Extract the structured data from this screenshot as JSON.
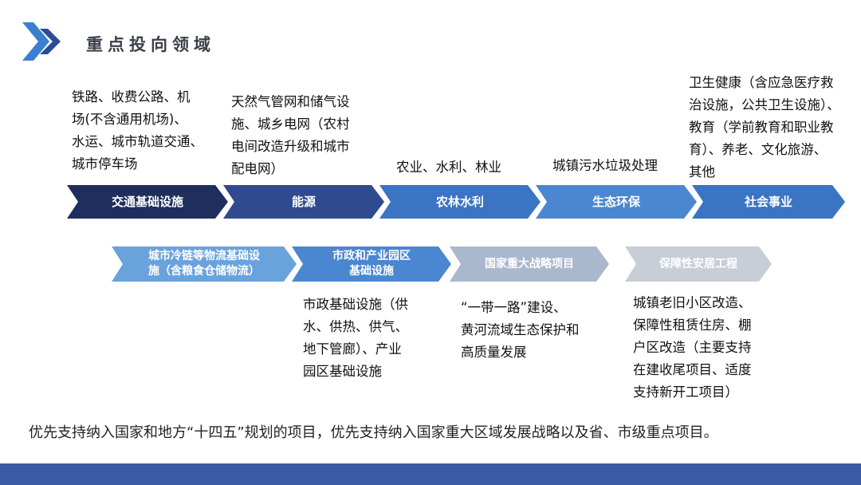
{
  "title": "重点投向领域",
  "colors": {
    "arrow_navy": "#1f2e5c",
    "arrow_navy2": "#2f4a8f",
    "arrow_blue": "#2e5fae",
    "arrow_mid": "#3a74c2",
    "arrow_light": "#4a87d0",
    "arrow_sky": "#6aa3dc",
    "arrow_gray1": "#a9b8cc",
    "arrow_gray2": "#c7ced6",
    "footer": "#3a5aa5"
  },
  "top_row": [
    {
      "label": "交通基础设施",
      "desc": [
        "铁路、收费公路、机",
        "场(不含通用机场)、",
        "水运、城市轨道交通、",
        "城市停车场"
      ]
    },
    {
      "label": "能源",
      "desc": [
        "天然气管网和储气设",
        "施、城乡电网（农村",
        "电间改造升级和城市",
        "配电网）"
      ]
    },
    {
      "label": "农林水利",
      "desc": [
        "农业、水利、林业"
      ]
    },
    {
      "label": "生态环保",
      "desc": [
        "城镇污水垃圾处理"
      ]
    },
    {
      "label": "社会事业",
      "desc": [
        "卫生健康（含应急医疗救",
        "治设施，公共卫生设施）、",
        "教育（学前教育和职业教",
        "育）、养老、文化旅游、",
        "其他"
      ]
    }
  ],
  "bottom_row": [
    {
      "label_lines": [
        "城市冷链等物流基础设",
        "施（含粮食仓储物流）"
      ],
      "desc": []
    },
    {
      "label_lines": [
        "市政和产业园区",
        "基础设施"
      ],
      "desc": [
        "市政基础设施（供",
        "水、供热、供气、",
        "地下管廊）、产业",
        "园区基础设施"
      ]
    },
    {
      "label_lines": [
        "国家重大战略项目"
      ],
      "desc": [
        "“一带一路”建设、",
        "黄河流域生态保护和",
        "高质量发展"
      ]
    },
    {
      "label_lines": [
        "保障性安居工程"
      ],
      "desc": [
        "城镇老旧小区改造、",
        "保障性租赁住房、棚",
        "户区改造（主要支持",
        "在建收尾项目、适度",
        "支持新开工项目）"
      ]
    }
  ],
  "summary": "优先支持纳入国家和地方“十四五”规划的项目，优先支持纳入国家重大区域发展战略以及省、市级重点项目。"
}
